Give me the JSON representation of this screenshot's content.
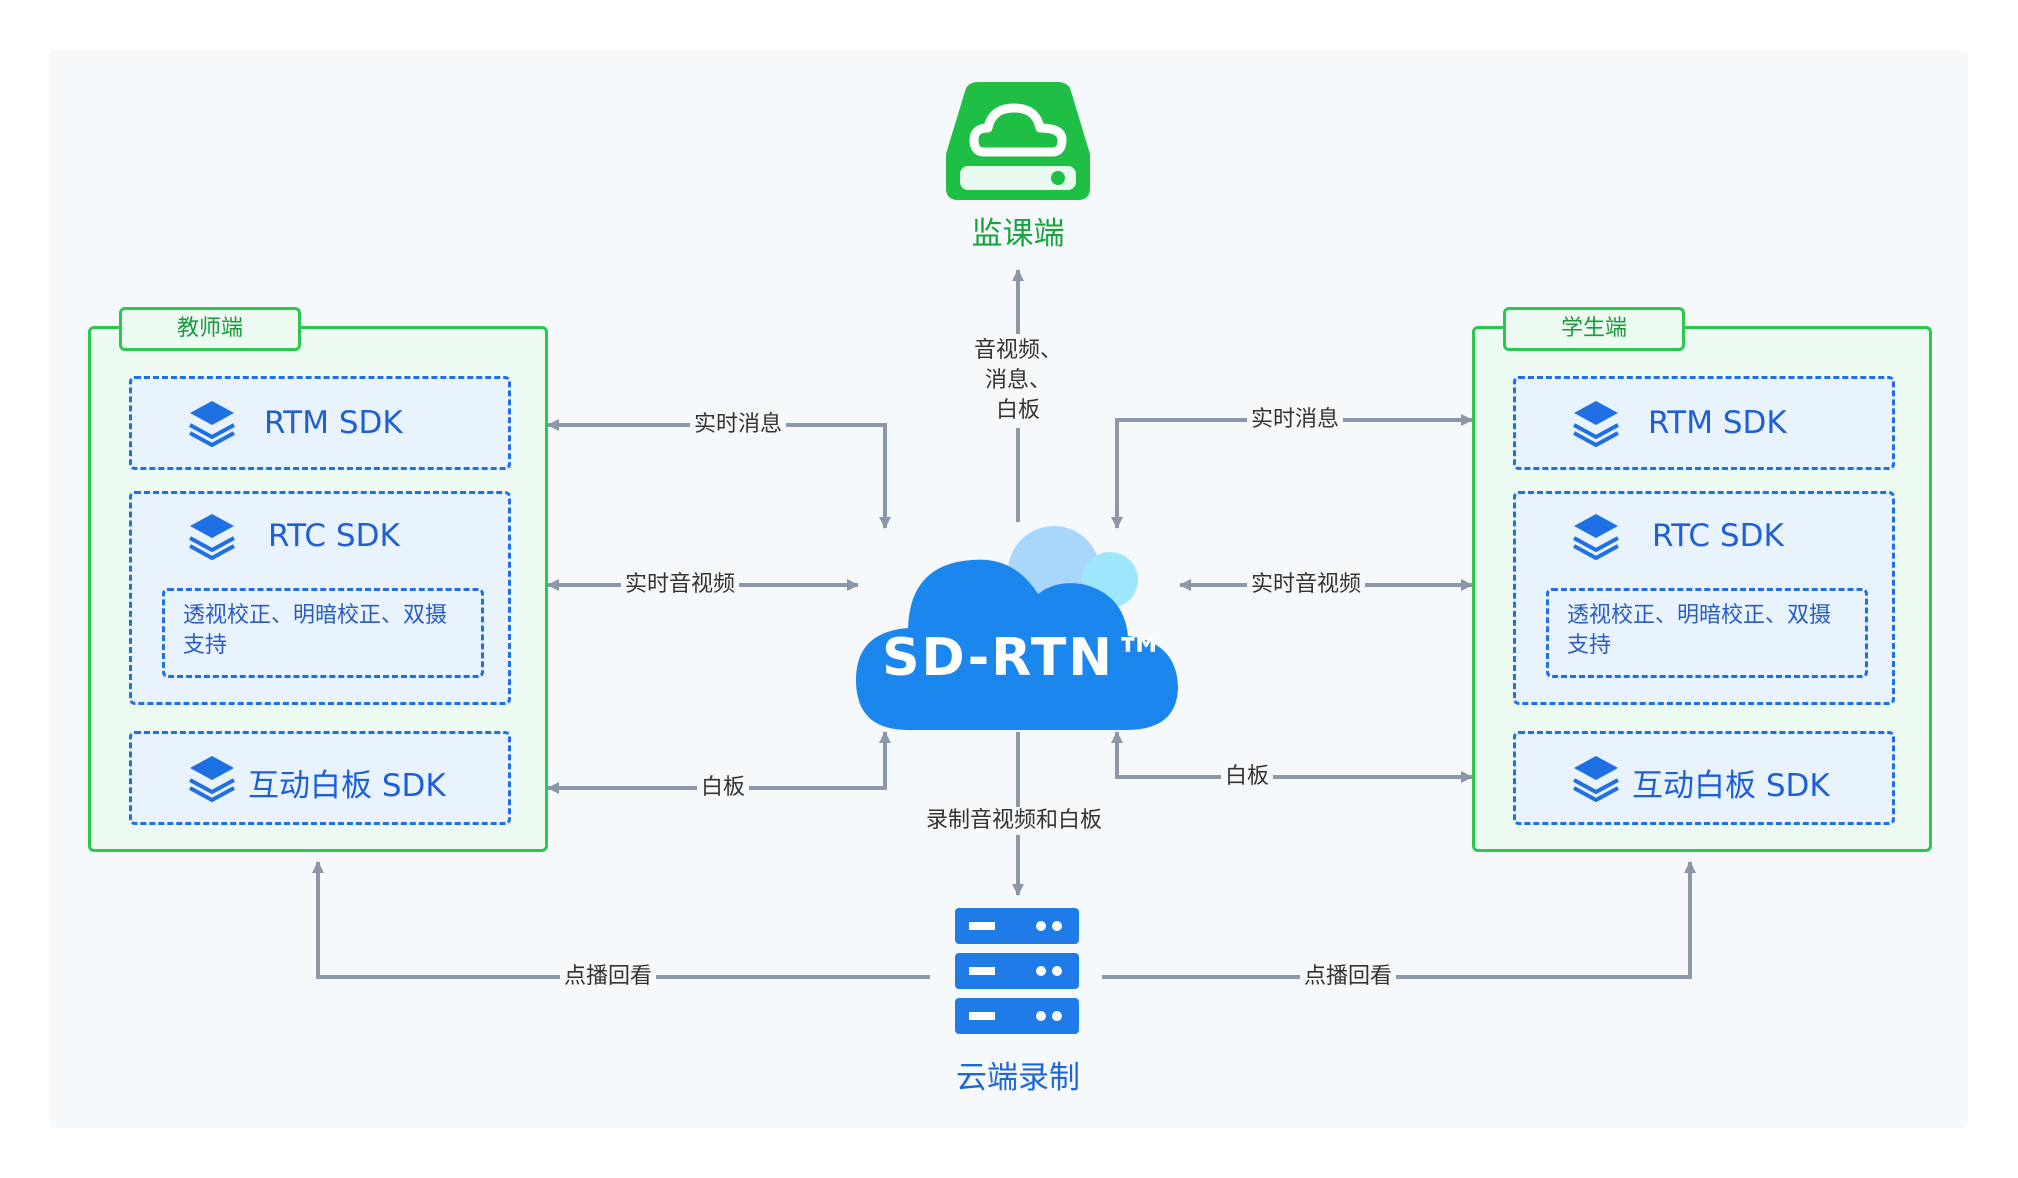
{
  "core": {
    "name": "SD-RTN™"
  },
  "monitor": {
    "label": "监课端"
  },
  "recording": {
    "label": "云端录制"
  },
  "teacher": {
    "title": "教师端",
    "rtm": "RTM SDK",
    "rtc": "RTC SDK",
    "rtc_features": "透视校正、明暗校正、双摄支持",
    "whiteboard": "互动白板 SDK"
  },
  "student": {
    "title": "学生端",
    "rtm": "RTM SDK",
    "rtc": "RTC SDK",
    "rtc_features": "透视校正、明暗校正、双摄支持",
    "whiteboard": "互动白板 SDK"
  },
  "edges": {
    "teacher_message": "实时消息",
    "teacher_av": "实时音视频",
    "teacher_whiteboard": "白板",
    "student_message": "实时消息",
    "student_av": "实时音视频",
    "student_whiteboard": "白板",
    "monitor_feed": [
      "音视频、",
      "消息、",
      "白板"
    ],
    "record_feed": "录制音视频和白板",
    "playback_teacher": "点播回看",
    "playback_student": "点播回看"
  },
  "colors": {
    "panel_border": "#28c94d",
    "panel_fill": "#ecfaf1",
    "sdk_border": "#1f6fe5",
    "arrow": "#8c98a8",
    "cloud": "#1c86ef",
    "monitor": "#1fbf45",
    "recording": "#1f7be8"
  },
  "icons": [
    "stack-layers-icon",
    "cloud-drive-icon",
    "server-rack-icon"
  ]
}
